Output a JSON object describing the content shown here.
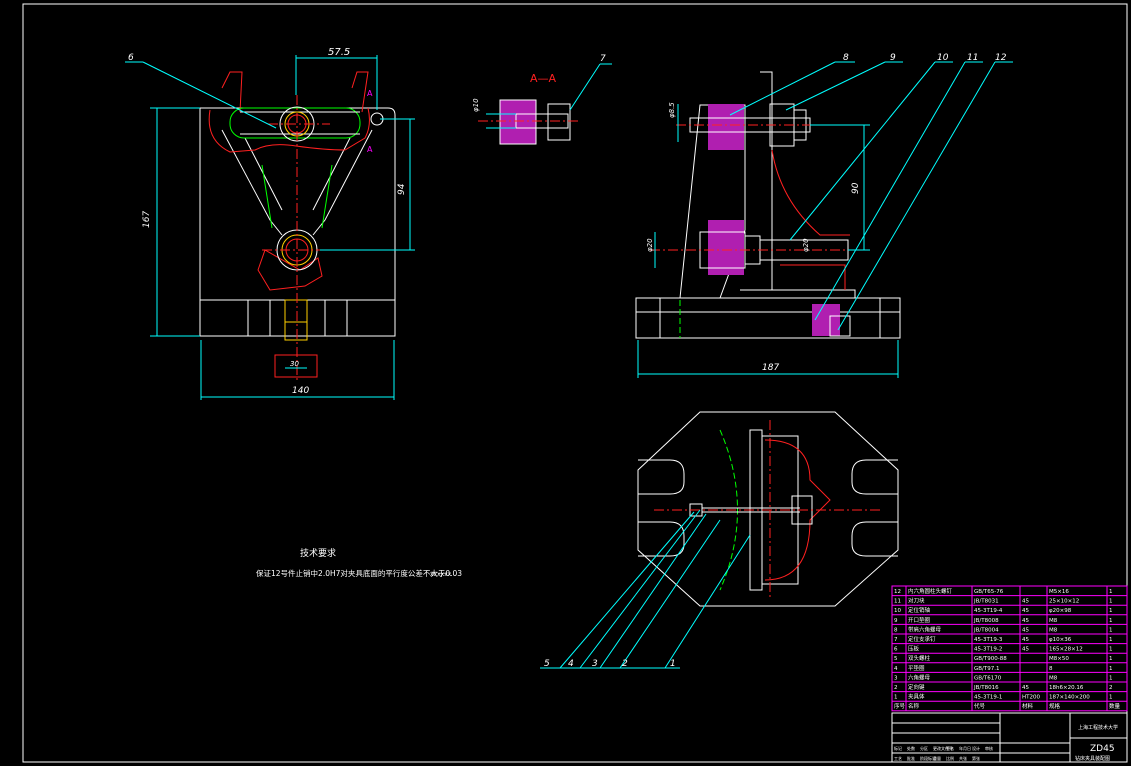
{
  "colors": {
    "background": "#000000",
    "outline": "#ffffff",
    "dimension": "#00ffff",
    "centerline": "#ff2020",
    "hidden": "#00ff00",
    "section_hatch": "#b01fb0",
    "title_block_border": "#ff00ff"
  },
  "front_view": {
    "dim_top": "57.5",
    "dim_height_left": "167",
    "dim_height_right": "94",
    "dim_width_bottom": "140",
    "dim_small_bottom": "30",
    "callout_6": "6",
    "section_marker_a": "A"
  },
  "section_view": {
    "title": "A—A",
    "dim_dia": "φ10",
    "callout_7": "7"
  },
  "side_view": {
    "dim_dia_top": "φ8.5",
    "dim_dia_mid_left": "φ20",
    "dim_dia_mid_right": "φ20",
    "dim_height_right": "90",
    "dim_width_bottom": "187",
    "callouts": [
      "8",
      "9",
      "10",
      "11",
      "12"
    ]
  },
  "top_view": {
    "callouts": [
      "5",
      "4",
      "3",
      "2",
      "1"
    ]
  },
  "notes": {
    "heading": "技术要求",
    "line1": "保证12号件止销中2.0H7对夹具底面的平行度公差不大于0.03",
    "tag": "xxxxxx"
  },
  "parts_list": {
    "rows": [
      [
        "12",
        "内六角圆柱头螺钉",
        "GB/T65-76",
        "",
        "M5×16",
        "1"
      ],
      [
        "11",
        "对刀块",
        "JB/T8031",
        "45",
        "25×10×12",
        "1"
      ],
      [
        "10",
        "定位销轴",
        "45-3T19-4",
        "45",
        "φ20×98",
        "1"
      ],
      [
        "9",
        "开口垫圈",
        "JB/T8008",
        "45",
        "M8",
        "1"
      ],
      [
        "8",
        "带肩六角螺母",
        "JB/T8004",
        "45",
        "M8",
        "1"
      ],
      [
        "7",
        "定位支承钉",
        "45-3T19-3",
        "45",
        "φ10×36",
        "1"
      ],
      [
        "6",
        "压板",
        "45-3T19-2",
        "45",
        "165×28×12",
        "1"
      ],
      [
        "5",
        "双头螺柱",
        "GB/T900-88",
        "",
        "M8×50",
        "1"
      ],
      [
        "4",
        "平垫圈",
        "GB/T97.1",
        "",
        "8",
        "1"
      ],
      [
        "3",
        "六角螺母",
        "GB/T6170",
        "",
        "M8",
        "1"
      ],
      [
        "2",
        "定向键",
        "JB/T8016",
        "45",
        "18h6×20.16",
        "2"
      ],
      [
        "1",
        "夹具体",
        "45-3T19-1",
        "HT200",
        "187×140×200",
        "1"
      ]
    ],
    "header": [
      "序号",
      "名称",
      "代号",
      "材料",
      "规格",
      "数量"
    ],
    "school": "上海工程技术大学",
    "drawing_no": "ZD45",
    "drawing_title": "钻床夹具装配图",
    "labels": [
      "标记",
      "处数",
      "分区",
      "更改文件号",
      "签名",
      "年月日",
      "设计",
      "审核",
      "工艺",
      "批准",
      "阶段标记",
      "重量",
      "比例",
      "共张",
      "第张"
    ]
  }
}
